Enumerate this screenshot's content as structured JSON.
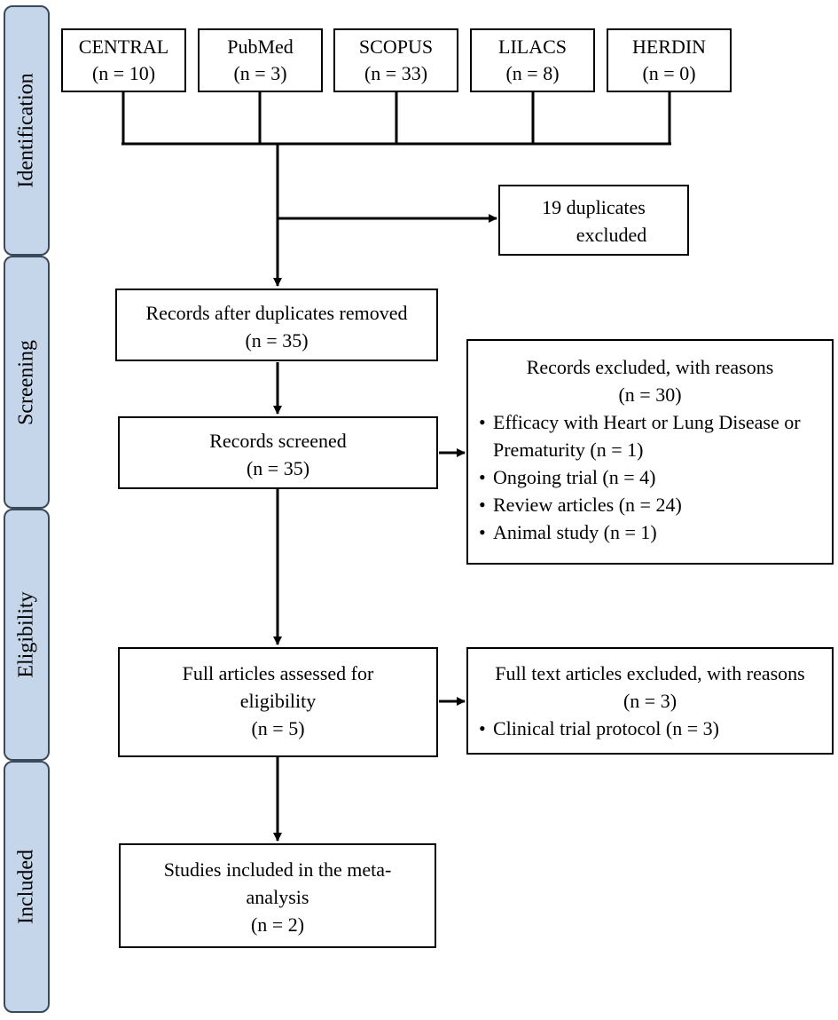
{
  "stages": [
    "Identification",
    "Screening",
    "Eligibility",
    "Included"
  ],
  "databases": [
    {
      "name": "CENTRAL",
      "count": "(n = 10)"
    },
    {
      "name": "PubMed",
      "count": "(n = 3)"
    },
    {
      "name": "SCOPUS",
      "count": "(n = 33)"
    },
    {
      "name": "LILACS",
      "count": "(n = 8)"
    },
    {
      "name": "HERDIN",
      "count": "(n = 0)"
    }
  ],
  "duplicates": {
    "line1": "19 duplicates",
    "line2": "excluded"
  },
  "after_duplicates": {
    "title": "Records after duplicates removed",
    "count": "(n = 35)"
  },
  "screened": {
    "title": "Records screened",
    "count": "(n = 35)"
  },
  "excluded_records": {
    "title": "Records excluded, with reasons",
    "count": "(n = 30)",
    "reasons": [
      "Efficacy with Heart or Lung Disease or Prematurity (n = 1)",
      "Ongoing trial (n = 4)",
      "Review articles (n = 24)",
      "Animal study (n = 1)"
    ]
  },
  "full_articles": {
    "line1": "Full articles assessed for",
    "line2": "eligibility",
    "count": "(n = 5)"
  },
  "excluded_full": {
    "title": "Full text articles excluded, with reasons",
    "count": "(n = 3)",
    "reasons": [
      "Clinical trial protocol (n = 3)"
    ]
  },
  "included": {
    "line1": "Studies included in the meta-",
    "line2": "analysis",
    "count": "(n = 2)"
  }
}
